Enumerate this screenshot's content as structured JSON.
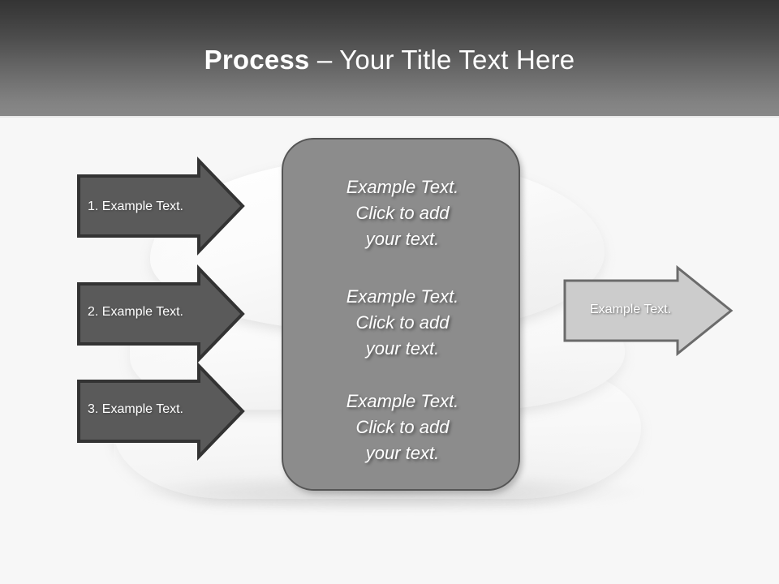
{
  "slide": {
    "title_bold": "Process ",
    "title_regular": "– Your Title Text Here",
    "background_color": "#f7f7f7",
    "header_gradient_top": "#343434",
    "header_gradient_bottom": "#888888"
  },
  "input_arrows": [
    {
      "label": "1. Example Text.",
      "fill": "#5a5a5a",
      "stroke": "#333333",
      "text_color": "#ffffff"
    },
    {
      "label": "2. Example Text.",
      "fill": "#5a5a5a",
      "stroke": "#333333",
      "text_color": "#ffffff"
    },
    {
      "label": "3. Example Text.",
      "fill": "#5a5a5a",
      "stroke": "#333333",
      "text_color": "#ffffff"
    }
  ],
  "output_arrow": {
    "label": "Example Text.",
    "fill": "#cccccc",
    "stroke": "#6b6b6b",
    "text_color": "#ffffff"
  },
  "center_panel": {
    "fill": "#8c8c8c",
    "stroke": "#555555",
    "text_color": "#ffffff",
    "blocks": [
      "Example Text.\nClick  to add\nyour text.",
      "Example Text.\nClick  to add\nyour text.",
      "Example Text.\nClick  to add\nyour text."
    ]
  },
  "background_art": {
    "subject": "stacked-white-pillows-photo"
  }
}
